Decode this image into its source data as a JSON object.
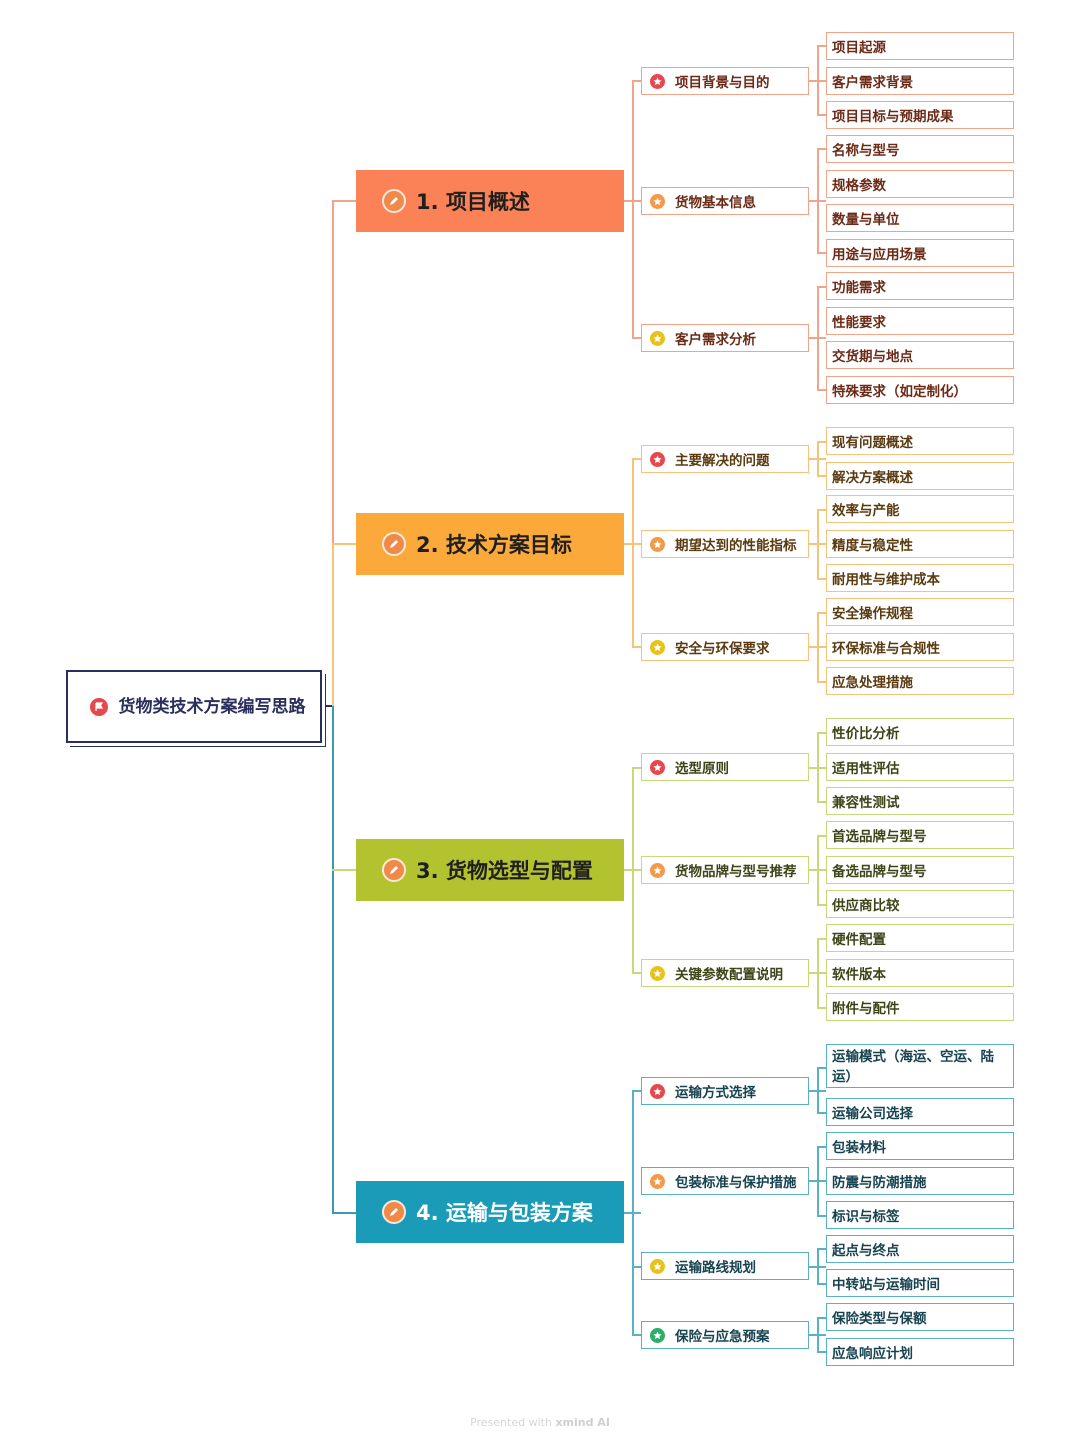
{
  "root": {
    "label": "货物类技术方案编写思路",
    "icon": "flag-icon",
    "color": "#2b2f5e"
  },
  "branches": [
    {
      "label": "1. 项目概述",
      "color": "#fa8256",
      "line": "#f0a58a",
      "text": "#6b2a16",
      "subs": [
        {
          "label": "项目背景与目的",
          "star": "#e5484d",
          "leaves": [
            "项目起源",
            "客户需求背景",
            "项目目标与预期成果"
          ]
        },
        {
          "label": "货物基本信息",
          "star": "#f39a4a",
          "leaves": [
            "名称与型号",
            "规格参数",
            "数量与单位",
            "用途与应用场景"
          ]
        },
        {
          "label": "客户需求分析",
          "star": "#e8c21a",
          "leaves": [
            "功能需求",
            "性能要求",
            "交货期与地点",
            "特殊要求（如定制化）"
          ]
        }
      ]
    },
    {
      "label": "2. 技术方案目标",
      "color": "#fba93b",
      "line": "#f5c47a",
      "text": "#5a3a10",
      "subs": [
        {
          "label": "主要解决的问题",
          "star": "#e5484d",
          "leaves": [
            "现有问题概述",
            "解决方案概述"
          ]
        },
        {
          "label": "期望达到的性能指标",
          "star": "#f39a4a",
          "leaves": [
            "效率与产能",
            "精度与稳定性",
            "耐用性与维护成本"
          ]
        },
        {
          "label": "安全与环保要求",
          "star": "#e8c21a",
          "leaves": [
            "安全操作规程",
            "环保标准与合规性",
            "应急处理措施"
          ]
        }
      ]
    },
    {
      "label": "3. 货物选型与配置",
      "color": "#b3c22f",
      "line": "#cad77a",
      "text": "#3e4418",
      "subs": [
        {
          "label": "选型原则",
          "star": "#e5484d",
          "leaves": [
            "性价比分析",
            "适用性评估",
            "兼容性测试"
          ]
        },
        {
          "label": "货物品牌与型号推荐",
          "star": "#f39a4a",
          "leaves": [
            "首选品牌与型号",
            "备选品牌与型号",
            "供应商比较"
          ]
        },
        {
          "label": "关键参数配置说明",
          "star": "#e8c21a",
          "leaves": [
            "硬件配置",
            "软件版本",
            "附件与配件"
          ]
        }
      ]
    },
    {
      "label": "4. 运输与包装方案",
      "color": "#1a9bb8",
      "line": "#5ab0c4",
      "text": "#174350",
      "title_text": "#ffffff",
      "subs": [
        {
          "label": "运输方式选择",
          "star": "#e5484d",
          "leaves": [
            "运输模式（海运、空运、陆运）",
            "运输公司选择"
          ]
        },
        {
          "label": "包装标准与保护措施",
          "star": "#f39a4a",
          "leaves": [
            "包装材料",
            "防震与防潮措施",
            "标识与标签"
          ]
        },
        {
          "label": "运输路线规划",
          "star": "#e8c21a",
          "leaves": [
            "起点与终点",
            "中转站与运输时间"
          ]
        },
        {
          "label": "保险与应急预案",
          "star": "#2fae6b",
          "leaves": [
            "保险类型与保额",
            "应急响应计划"
          ]
        }
      ]
    }
  ],
  "footer": {
    "prefix": "Presented with ",
    "brand": "xmind AI"
  }
}
